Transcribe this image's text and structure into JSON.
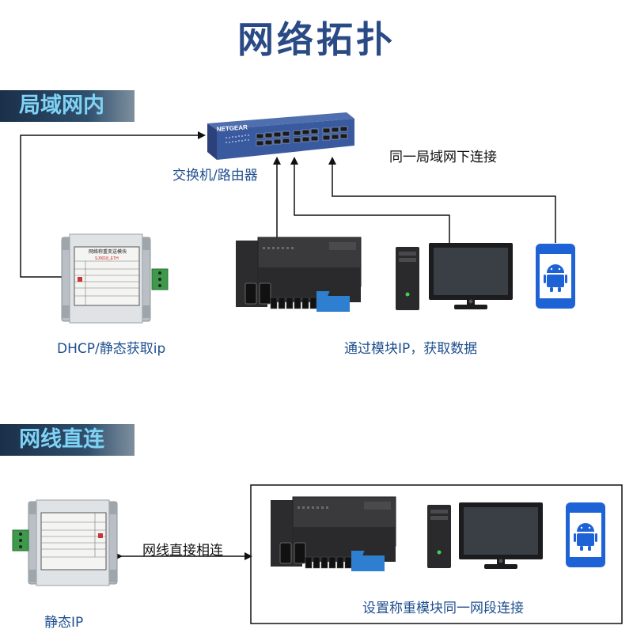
{
  "title": "网络拓扑",
  "section_lan": {
    "tag": "局域网内",
    "switch_brand": "NETGEAR",
    "switch_label": "交换机/路由器",
    "connect_label": "同一局域网下连接",
    "module_caption": "DHCP/静态获取ip",
    "devices_caption": "通过模块IP，获取数据",
    "module_face_title": "网络称重变送模块",
    "module_face_model": "SJ0018_ETH"
  },
  "section_direct": {
    "tag": "网线直连",
    "cable_label": "网线直接相连",
    "module_caption": "静态IP",
    "devices_caption": "设置称重模块同一网段连接"
  },
  "colors": {
    "title": "#2a4a86",
    "caption": "#1f4f8f",
    "phone": "#1e63d6",
    "tag_text": "#7fd3f5"
  },
  "icons": [
    "network-switch-icon",
    "weighing-module-icon",
    "plc-icon",
    "pc-tower-icon",
    "monitor-icon",
    "android-phone-icon"
  ]
}
